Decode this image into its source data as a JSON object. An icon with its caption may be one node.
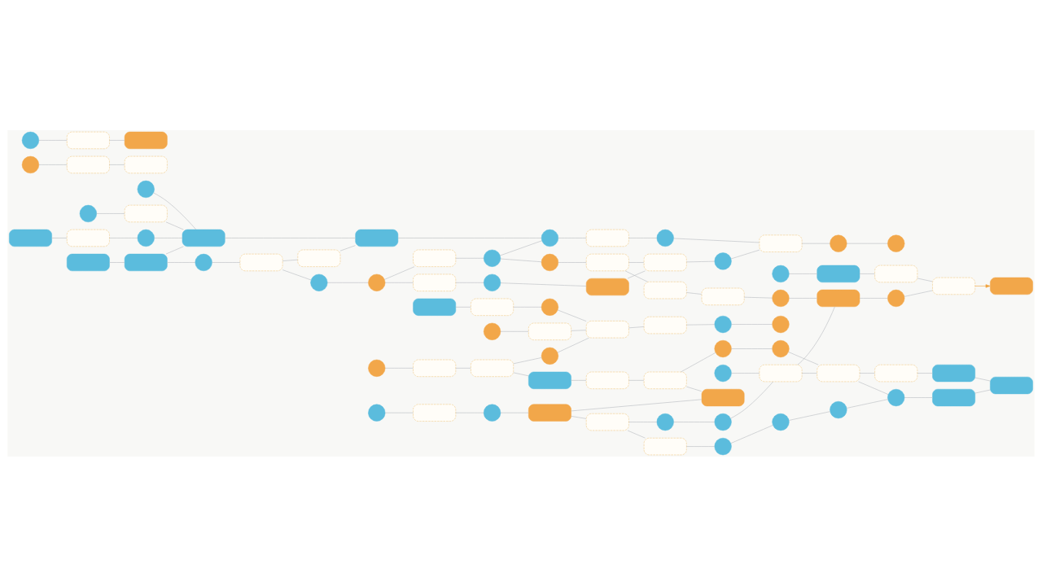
{
  "diagram": {
    "nodes": [
      {
        "text": [],
        "shape": "box"
      },
      {
        "text": [],
        "shape": "circle"
      },
      {
        "text": [],
        "shape": "box"
      },
      {
        "text": [],
        "shape": "box"
      },
      {
        "text": [],
        "shape": "box"
      },
      {
        "text": [],
        "shape": "circle"
      },
      {
        "text": [],
        "shape": "circle"
      },
      {
        "text": [],
        "shape": "box"
      },
      {
        "text": [],
        "shape": "circle"
      },
      {
        "text": [],
        "shape": "box"
      },
      {
        "text": [],
        "shape": "circle"
      },
      {
        "text": [],
        "shape": "box"
      },
      {
        "text": [],
        "shape": "circle"
      },
      {
        "text": [],
        "shape": "box"
      },
      {
        "text": [],
        "shape": "box"
      },
      {
        "text": [],
        "shape": "box"
      },
      {
        "text": [],
        "shape": "circle"
      },
      {
        "text": [],
        "shape": "circle"
      },
      {
        "text": [],
        "shape": "box"
      },
      {
        "text": [],
        "shape": "box"
      },
      {
        "text": [],
        "shape": "box"
      },
      {
        "text": [],
        "shape": "circle"
      },
      {
        "text": [],
        "shape": "box"
      },
      {
        "text": [],
        "shape": "box"
      },
      {
        "text": [],
        "shape": "circle"
      },
      {
        "text": [],
        "shape": "box"
      },
      {
        "text": [],
        "shape": "box"
      },
      {
        "text": [],
        "shape": "circle"
      },
      {
        "text": [],
        "shape": "box"
      },
      {
        "text": [],
        "shape": "box"
      },
      {
        "text": [],
        "shape": "circle"
      },
      {
        "text": [],
        "shape": "circle"
      },
      {
        "text": [],
        "shape": "circle"
      },
      {
        "text": [],
        "shape": "box"
      },
      {
        "text": [],
        "shape": "circle"
      },
      {
        "text": [],
        "shape": "box"
      },
      {
        "text": [],
        "shape": "box"
      },
      {
        "text": [],
        "shape": "box"
      },
      {
        "text": [],
        "shape": "box"
      },
      {
        "text": [],
        "shape": "box"
      },
      {
        "text": [],
        "shape": "box"
      },
      {
        "text": [],
        "shape": "box"
      },
      {
        "text": [],
        "shape": "circle"
      },
      {
        "text": [],
        "shape": "circle"
      },
      {
        "text": [],
        "shape": "box"
      },
      {
        "text": [],
        "shape": "circle"
      },
      {
        "text": [],
        "shape": "box"
      },
      {
        "text": [],
        "shape": "circle"
      },
      {
        "text": [],
        "shape": "circle"
      },
      {
        "text": [],
        "shape": "box"
      },
      {
        "text": [],
        "shape": "circle"
      },
      {
        "text": [],
        "shape": "circle"
      },
      {
        "text": [],
        "shape": "circle"
      },
      {
        "text": [],
        "shape": "box"
      },
      {
        "text": [],
        "shape": "circle"
      },
      {
        "text": [],
        "shape": "box"
      },
      {
        "text": [],
        "shape": "circle"
      },
      {
        "text": [],
        "shape": "circle"
      },
      {
        "text": [],
        "shape": "circle"
      },
      {
        "text": [],
        "shape": "box"
      },
      {
        "text": [],
        "shape": "box"
      },
      {
        "text": [],
        "shape": "circle"
      },
      {
        "text": [],
        "shape": "box"
      },
      {
        "text": [],
        "shape": "circle"
      },
      {
        "text": [],
        "shape": "box"
      },
      {
        "text": [],
        "shape": "box"
      },
      {
        "text": [],
        "shape": "circle"
      },
      {
        "text": [],
        "shape": "box"
      },
      {
        "text": [],
        "shape": "circle"
      },
      {
        "text": [],
        "shape": "box"
      },
      {
        "text": [],
        "shape": "box"
      },
      {
        "text": [],
        "shape": "circle"
      },
      {
        "text": [],
        "shape": "circle"
      },
      {
        "text": [],
        "shape": "circle"
      },
      {
        "text": [],
        "shape": "box"
      },
      {
        "text": [],
        "shape": "circle"
      },
      {
        "text": [],
        "shape": "box"
      },
      {
        "text": [],
        "shape": "box"
      },
      {
        "text": [],
        "shape": "circle"
      },
      {
        "text": [],
        "shape": "box"
      },
      {
        "text": [],
        "shape": "box"
      },
      {
        "text": [],
        "shape": "box"
      },
      {
        "text": [],
        "shape": "box"
      },
      {
        "text": [],
        "shape": "box"
      }
    ],
    "edges": [
      {
        "from": 0,
        "to": 20,
        "arrow": "none"
      },
      {
        "from": 20,
        "to": 32,
        "arrow": "none"
      },
      {
        "from": 32,
        "to": 33,
        "arrow": "none"
      },
      {
        "from": 33,
        "to": 34,
        "arrow": "none"
      },
      {
        "from": 34,
        "to": 45,
        "arrow": "none"
      },
      {
        "from": 45,
        "to": 60,
        "arrow": "none"
      },
      {
        "from": 60,
        "to": 61,
        "arrow": "none"
      },
      {
        "from": 61,
        "to": 62,
        "arrow": "none"
      },
      {
        "from": 1,
        "to": 2,
        "arrow": "none"
      },
      {
        "from": 2,
        "to": 22,
        "arrow": "none"
      },
      {
        "from": 3,
        "to": 4,
        "arrow": "none"
      },
      {
        "from": 4,
        "to": 5,
        "arrow": "none"
      },
      {
        "from": 5,
        "to": 22,
        "arrow": "none"
      },
      {
        "from": 22,
        "to": 36,
        "arrow": "none"
      },
      {
        "from": 36,
        "to": 48,
        "arrow": "none"
      },
      {
        "from": 6,
        "to": 7,
        "arrow": "none"
      },
      {
        "from": 7,
        "to": 23,
        "arrow": "none"
      },
      {
        "from": 8,
        "to": 9,
        "arrow": "none"
      },
      {
        "from": 9,
        "to": 24,
        "arrow": "none"
      },
      {
        "from": 24,
        "to": 37,
        "arrow": "none"
      },
      {
        "from": 37,
        "to": 38,
        "arrow": "none"
      },
      {
        "from": 38,
        "to": 50,
        "arrow": "none"
      },
      {
        "from": 10,
        "to": 11,
        "arrow": "none"
      },
      {
        "from": 12,
        "to": 13,
        "arrow": "none"
      },
      {
        "from": 14,
        "to": 15,
        "arrow": "none"
      },
      {
        "from": 15,
        "to": 16,
        "arrow": "none"
      },
      {
        "from": 17,
        "to": 18,
        "arrow": "none"
      },
      {
        "from": 18,
        "to": 19,
        "arrow": "none"
      },
      {
        "from": 20,
        "to": 22,
        "arrow": "none"
      },
      {
        "from": 21,
        "to": 22,
        "arrow": "none"
      },
      {
        "from": 33,
        "to": 35,
        "arrow": "none"
      },
      {
        "from": 35,
        "to": 36,
        "arrow": "none"
      },
      {
        "from": 25,
        "to": 26,
        "arrow": "none"
      },
      {
        "from": 26,
        "to": 39,
        "arrow": "none"
      },
      {
        "from": 25,
        "to": 27,
        "arrow": "none"
      },
      {
        "from": 27,
        "to": 28,
        "arrow": "none"
      },
      {
        "from": 28,
        "to": 29,
        "arrow": "none"
      },
      {
        "from": 29,
        "to": 30,
        "arrow": "none"
      },
      {
        "from": 30,
        "to": 31,
        "arrow": "none"
      },
      {
        "from": 39,
        "to": 41,
        "arrow": "none"
      },
      {
        "from": 40,
        "to": 43,
        "arrow": "none"
      },
      {
        "from": 38,
        "to": 40,
        "arrow": "none"
      },
      {
        "from": 41,
        "to": 42,
        "arrow": "none"
      },
      {
        "from": 42,
        "to": 54,
        "arrow": "none"
      },
      {
        "from": 41,
        "to": 44,
        "arrow": "none"
      },
      {
        "from": 45,
        "to": 46,
        "arrow": "none"
      },
      {
        "from": 46,
        "to": 47,
        "arrow": "none"
      },
      {
        "from": 47,
        "to": 63,
        "arrow": "none"
      },
      {
        "from": 63,
        "to": 64,
        "arrow": "none"
      },
      {
        "from": 64,
        "to": 65,
        "arrow": "none"
      },
      {
        "from": 62,
        "to": 65,
        "arrow": "none"
      },
      {
        "from": 47,
        "to": 48,
        "arrow": "none"
      },
      {
        "from": 48,
        "to": 49,
        "arrow": "none"
      },
      {
        "from": 49,
        "to": 66,
        "arrow": "none"
      },
      {
        "from": 64,
        "to": 67,
        "arrow": "none"
      },
      {
        "from": 66,
        "to": 69,
        "arrow": "none"
      },
      {
        "from": 65,
        "to": 68,
        "arrow": "none"
      },
      {
        "from": 68,
        "to": 69,
        "arrow": "none"
      },
      {
        "from": 69,
        "to": 71,
        "arrow": "none"
      },
      {
        "from": 71,
        "to": 72,
        "arrow": "none"
      },
      {
        "from": 67,
        "to": 70,
        "arrow": "none"
      },
      {
        "from": 70,
        "to": 75,
        "arrow": "none"
      },
      {
        "from": 75,
        "to": 76,
        "arrow": "none"
      },
      {
        "from": 50,
        "to": 51,
        "arrow": "none"
      },
      {
        "from": 51,
        "to": 53,
        "arrow": "none"
      },
      {
        "from": 52,
        "to": 53,
        "arrow": "none"
      },
      {
        "from": 53,
        "to": 76,
        "arrow": "none"
      },
      {
        "from": 73,
        "to": 74,
        "arrow": "none"
      },
      {
        "from": 74,
        "to": 77,
        "arrow": "none"
      },
      {
        "from": 76,
        "to": 78,
        "arrow": "none"
      },
      {
        "from": 54,
        "to": 55,
        "arrow": "none"
      },
      {
        "from": 53,
        "to": 55,
        "arrow": "none"
      },
      {
        "from": 55,
        "to": 79,
        "arrow": "none"
      },
      {
        "from": 78,
        "to": 80,
        "arrow": "none"
      },
      {
        "from": 77,
        "to": 80,
        "arrow": "none"
      },
      {
        "from": 79,
        "to": 81,
        "arrow": "none"
      },
      {
        "from": 81,
        "to": 82,
        "arrow": "none"
      },
      {
        "from": 80,
        "to": 83,
        "arrow": "to",
        "color": "#f0a23c"
      },
      {
        "from": 55,
        "to": 57,
        "arrow": "none"
      },
      {
        "from": 56,
        "to": 57,
        "arrow": "none"
      },
      {
        "from": 57,
        "to": 59,
        "arrow": "none"
      },
      {
        "from": 58,
        "to": 56,
        "arrow": "none"
      },
      {
        "from": 43,
        "to": 58,
        "arrow": "none"
      },
      {
        "from": 59,
        "to": 82,
        "arrow": "none"
      },
      {
        "from": 11,
        "to": 25,
        "arrow": "none"
      },
      {
        "from": 13,
        "to": 28,
        "arrow": "none"
      },
      {
        "from": 16,
        "to": 28,
        "arrow": "none"
      },
      {
        "from": 37,
        "to": 44,
        "arrow": "none"
      }
    ]
  }
}
